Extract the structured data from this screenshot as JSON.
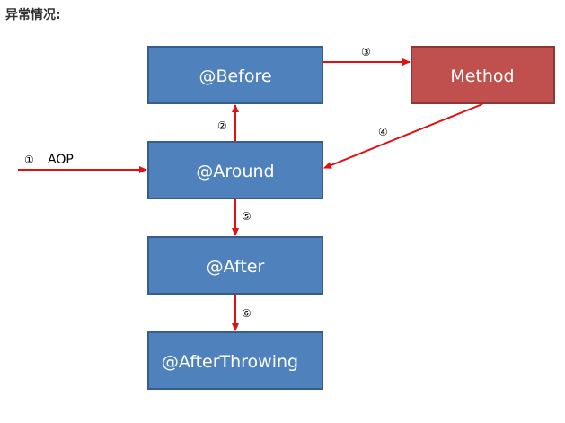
{
  "heading": "异常情况:",
  "colors": {
    "advice_fill": "#4f81bd",
    "advice_stroke": "#385d8a",
    "method_fill": "#c0504d",
    "method_stroke": "#8c3836",
    "arrow": "#e01010"
  },
  "boxes": {
    "before": "@Before",
    "method": "Method",
    "around": "@Around",
    "after": "@After",
    "after_throwing": "@AfterThrowing"
  },
  "steps": {
    "s1": "①",
    "s2": "②",
    "s3": "③",
    "s4": "④",
    "s5": "⑤",
    "s6": "⑥"
  },
  "entry_label": "AOP"
}
